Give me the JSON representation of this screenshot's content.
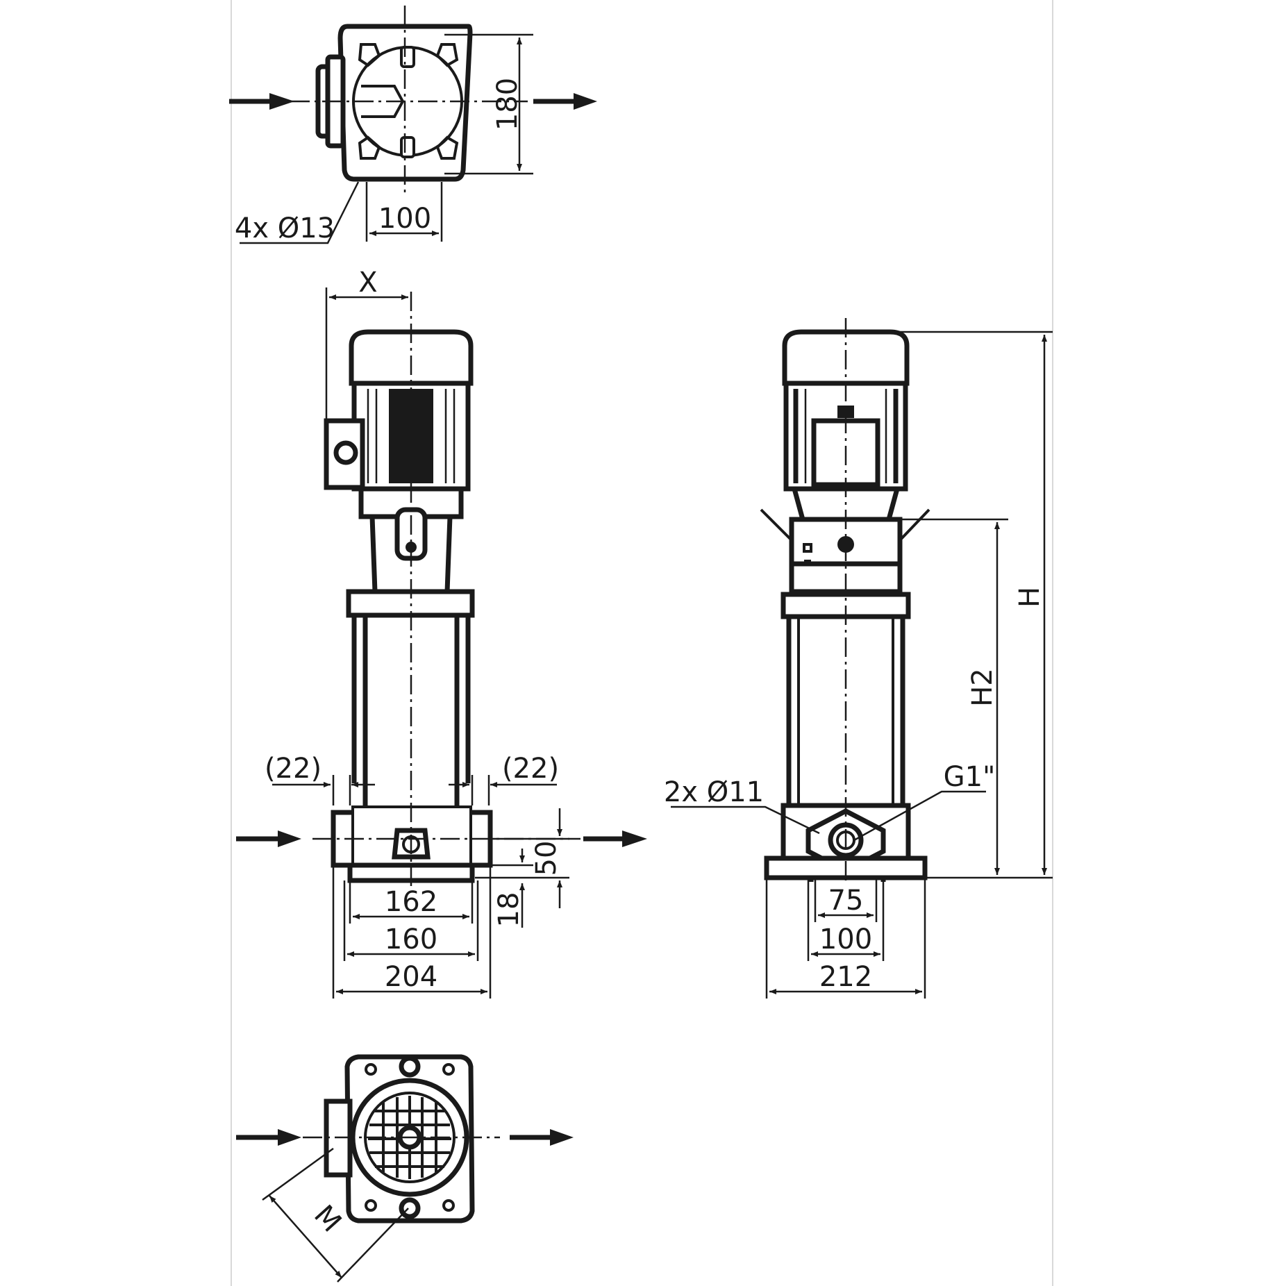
{
  "dimensions": {
    "top_view": {
      "d180": "180",
      "d100": "100",
      "holes": "4x Ø13"
    },
    "front_view": {
      "x": "X",
      "d22_left": "(22)",
      "d22_right": "(22)",
      "d50": "50",
      "d18": "18",
      "d162": "162",
      "d160": "160",
      "d204": "204"
    },
    "side_view": {
      "holes": "2x Ø11",
      "g1": "G1\"",
      "h": "H",
      "h2": "H2",
      "d75": "75",
      "d100": "100",
      "d212": "212"
    },
    "bottom_view": {
      "m": "M"
    }
  }
}
